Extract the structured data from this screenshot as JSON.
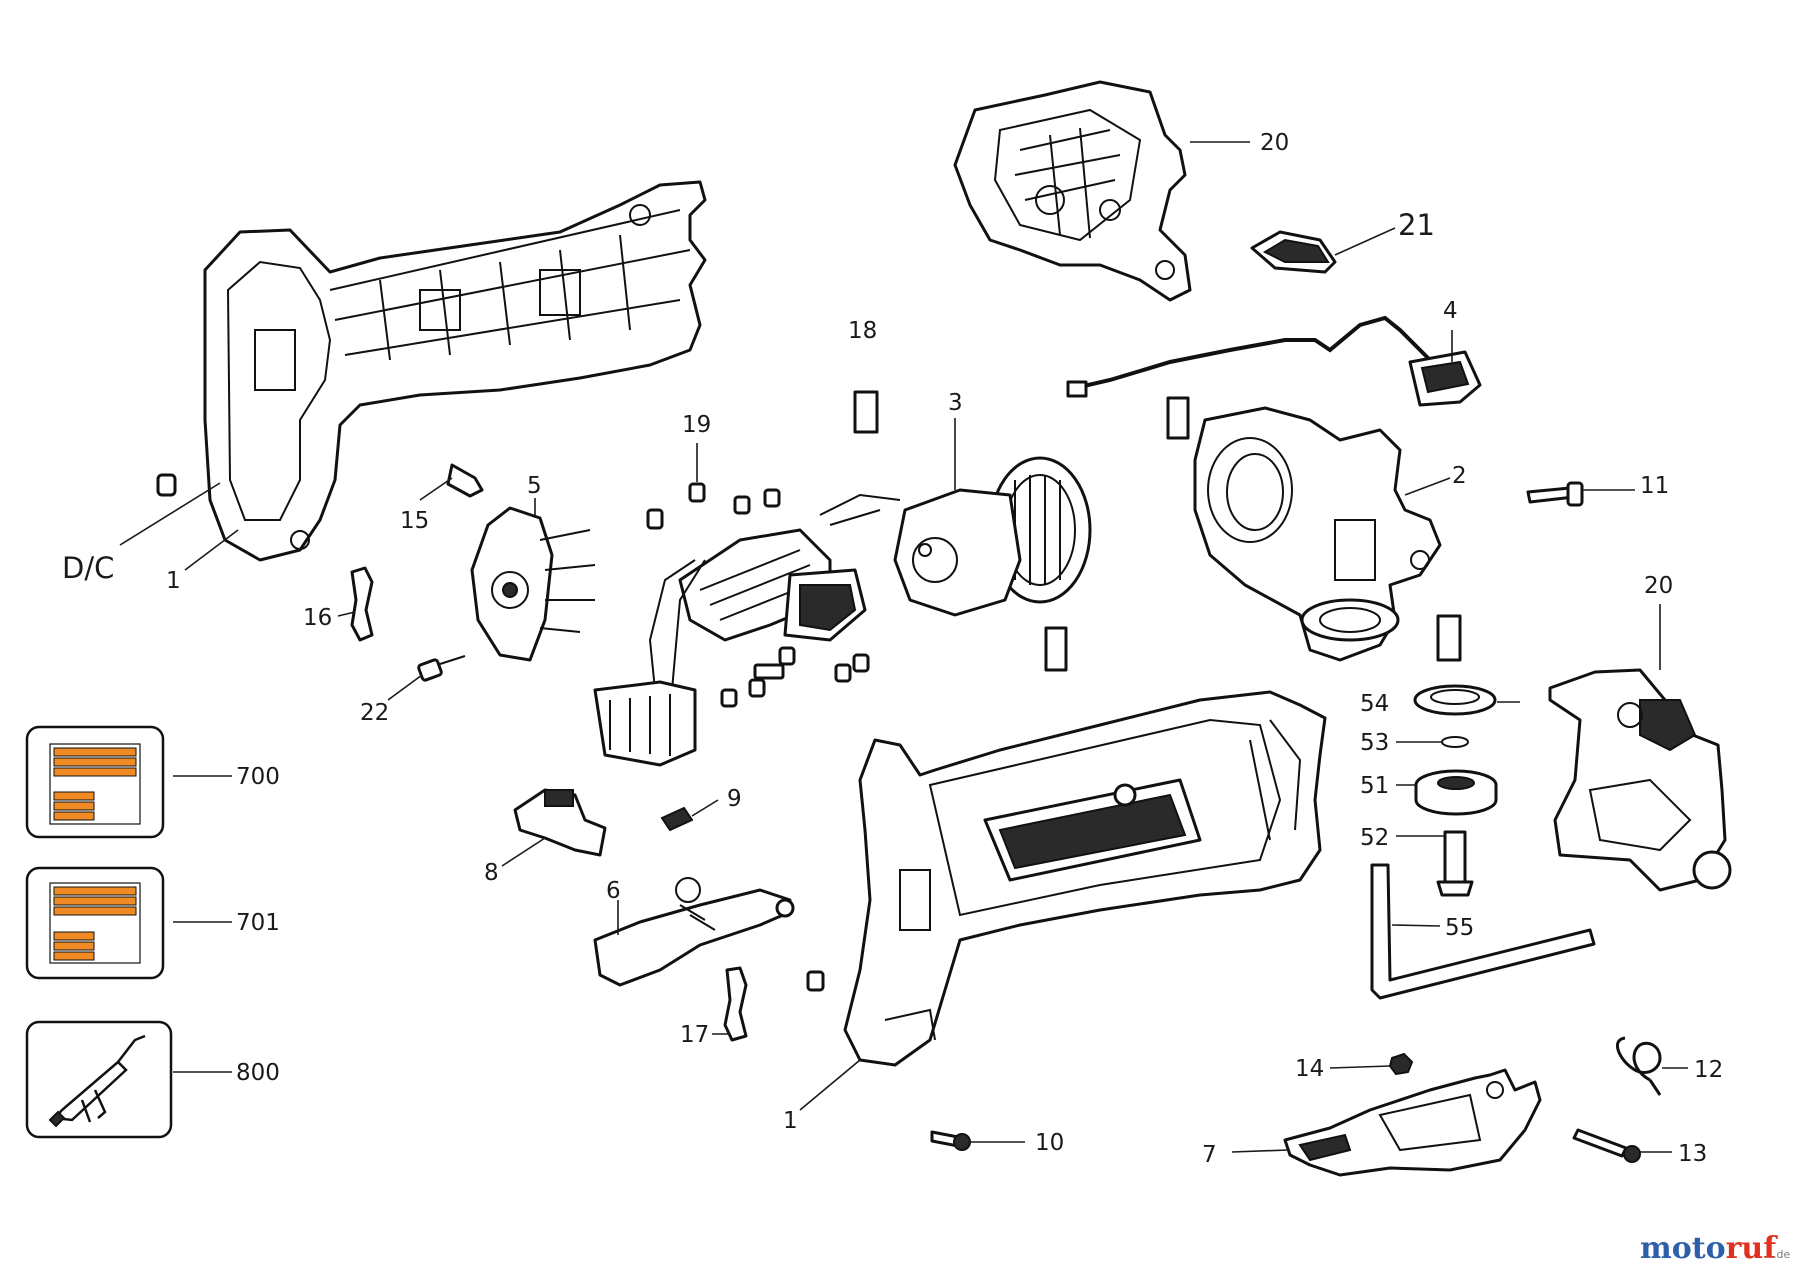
{
  "labels": {
    "l20a": "20",
    "l21": "21",
    "l18": "18",
    "l4": "4",
    "l3": "3",
    "l19": "19",
    "l5": "5",
    "l15": "15",
    "l2": "2",
    "l11": "11",
    "ldc": "D/C",
    "l1a": "1",
    "l16": "16",
    "l22": "22",
    "l20b": "20",
    "l54": "54",
    "l53": "53",
    "l51": "51",
    "l52": "52",
    "l55": "55",
    "l9": "9",
    "l8": "8",
    "l6": "6",
    "l17": "17",
    "l1b": "1",
    "l10": "10",
    "l14": "14",
    "l12": "12",
    "l7": "7",
    "l13": "13",
    "l700": "700",
    "l701": "701",
    "l800": "800"
  },
  "colors": {
    "line": "#111111",
    "label_card_stripe": "#f08a24",
    "watermark_blue": "#2e5fa8",
    "watermark_red": "#e0301e"
  },
  "watermark": {
    "text_a": "moto",
    "text_b": "ruf",
    "suffix": ".de"
  }
}
